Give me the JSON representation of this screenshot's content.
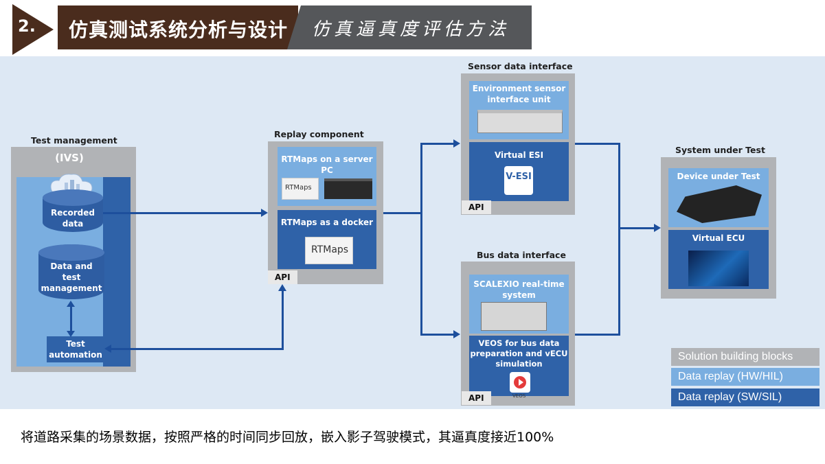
{
  "header": {
    "number": "2.",
    "title": "仿真测试系统分析与设计",
    "subtitle": "仿真逼真度评估方法"
  },
  "test_management": {
    "title": "Test management",
    "ivs": "(IVS)",
    "recorded": "Recorded data",
    "data_mgmt": "Data and test management",
    "automation": "Test automation"
  },
  "replay": {
    "title": "Replay component",
    "server": "RTMaps on a server PC",
    "docker": "RTMaps as a docker",
    "api": "API",
    "logo": "RTMaps"
  },
  "sensor": {
    "title": "Sensor data interface",
    "env": "Environment sensor interface unit",
    "virtual_esi": "Virtual ESI",
    "vesi_logo": "V-ESI",
    "api": "API"
  },
  "bus": {
    "title": "Bus data interface",
    "scalexio": "SCALEXIO real-time system",
    "veos": "VEOS for bus data preparation and vECU simulation",
    "veos_logo": "VEOS",
    "api": "API"
  },
  "sut": {
    "title": "System under Test",
    "device": "Device under Test",
    "vecu": "Virtual ECU"
  },
  "legend": {
    "items": [
      "Solution building blocks",
      "Data replay (HW/HIL)",
      "Data replay (SW/SIL)"
    ],
    "colors": [
      "#b1b3b6",
      "#7aaee0",
      "#2f62a8"
    ]
  },
  "footer": "将道路采集的场景数据，按照严格的时间同步回放，嵌入影子驾驶模式，其逼真度接近100%"
}
